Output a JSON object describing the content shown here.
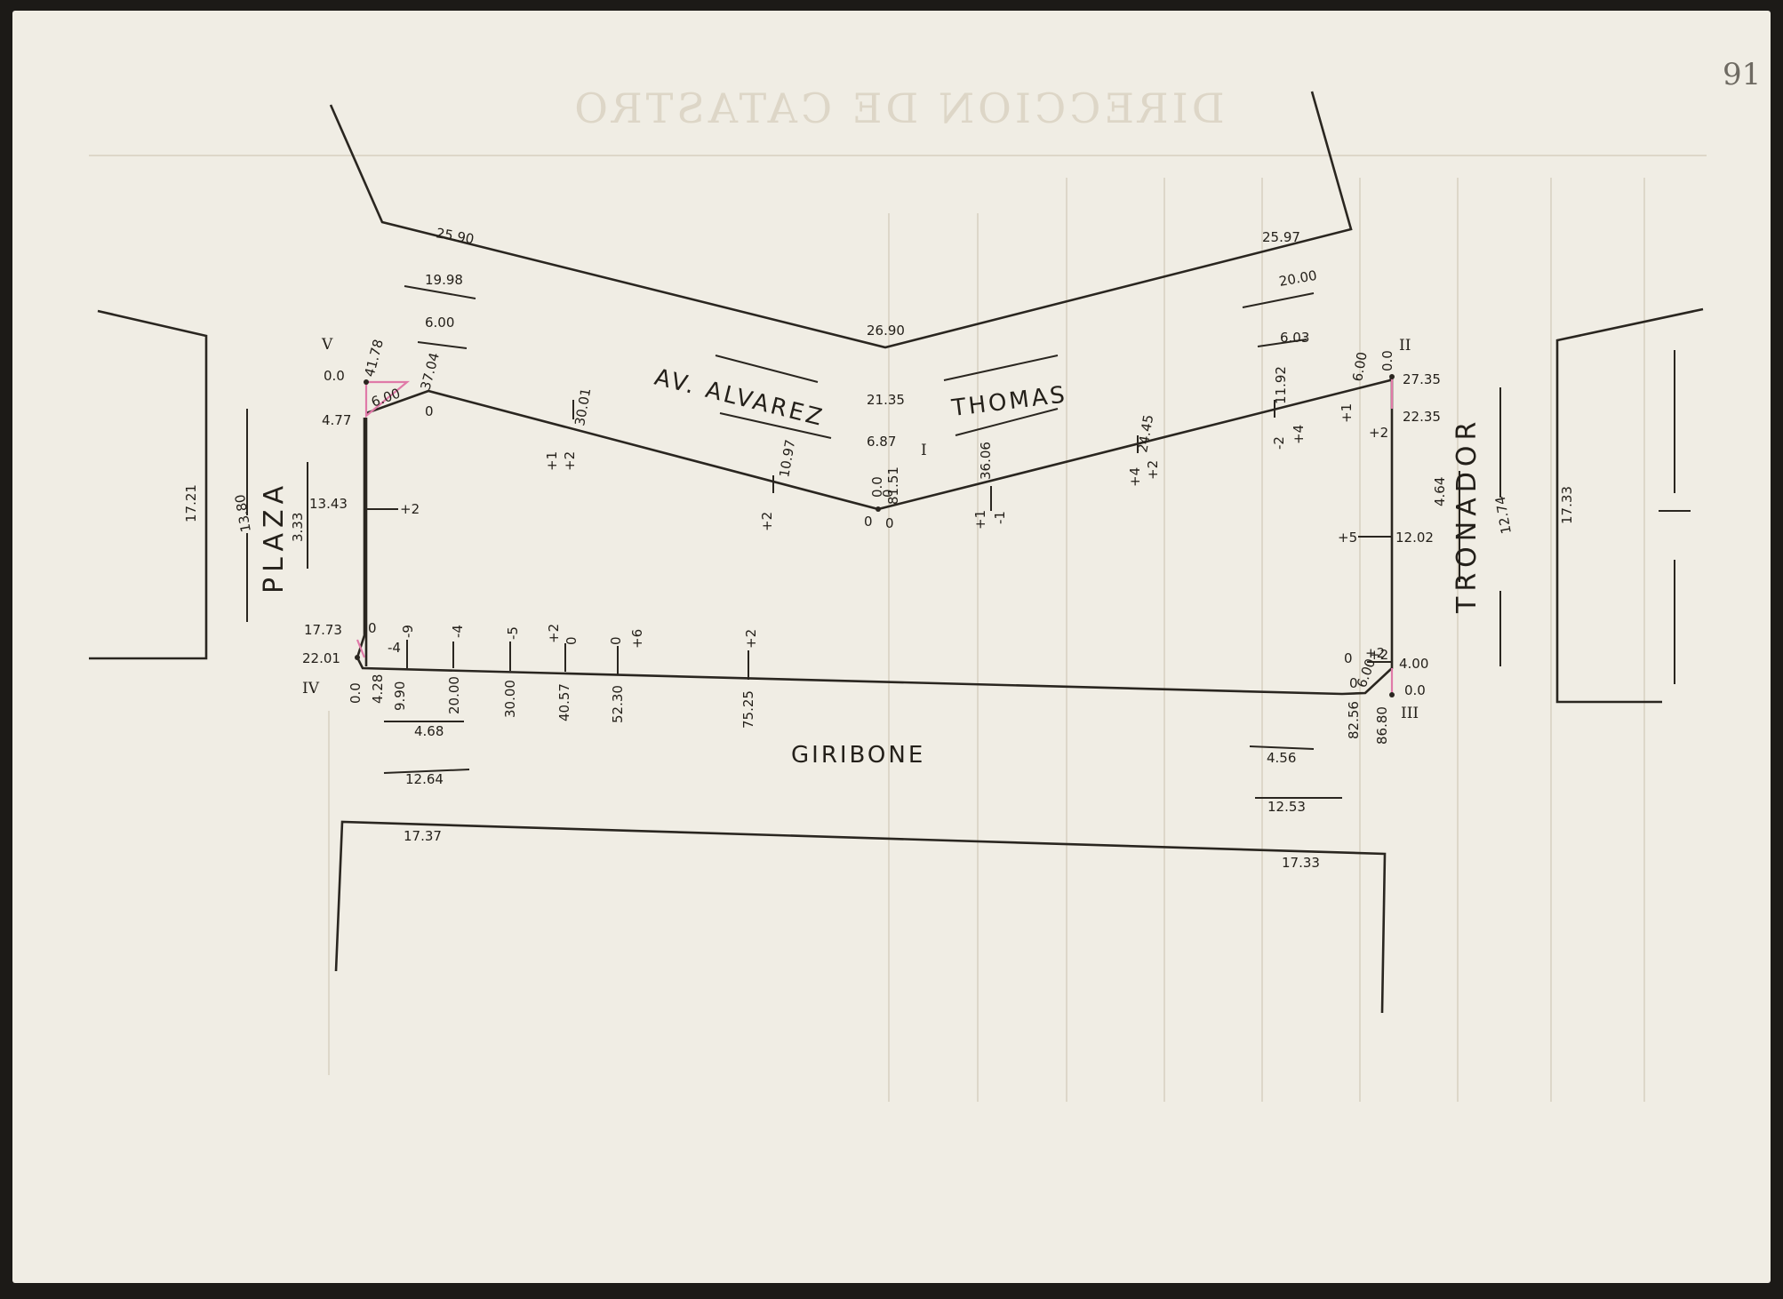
{
  "watermark": "DIRECCION DE CATASTRO",
  "sheet_number": "91",
  "streets": {
    "av_a": "AV. ALVAREZ",
    "av_b": "THOMAS",
    "giribone": "GIRIBONE",
    "plaza": "PLAZA",
    "tronador": "TRONADOR"
  },
  "roman": {
    "I": "I",
    "II": "II",
    "III": "III",
    "IV": "IV",
    "V": "V"
  },
  "dims": {
    "d2590": "25.90",
    "d1998": "19.98",
    "d600a": "6.00",
    "d3704": "37.04",
    "d3001": "30.01",
    "d2690": "26.90",
    "d2135": "21.35",
    "d687": "6.87",
    "d1097": "10.97",
    "d3606": "36.06",
    "d2597": "25.97",
    "d2000a": "20.00",
    "d603": "6.03",
    "d1192": "11.92",
    "d2445": "24.45",
    "d0v": "0.0",
    "d4178": "41.78",
    "d600b": "6.00",
    "d477": "4.77",
    "d333": "3.33",
    "d1343": "13.43",
    "d1721": "17.21",
    "d1380": "13.80",
    "d1773": "17.73",
    "d2201": "22.01",
    "d00iv": "0.0",
    "d428": "4.28",
    "d990": "9.90",
    "d2000b": "20.00",
    "d3000": "30.00",
    "d4057": "40.57",
    "d5230": "52.30",
    "d7525": "75.25",
    "d468": "4.68",
    "d1264": "12.64",
    "d1737": "17.37",
    "d456": "4.56",
    "d1253": "12.53",
    "d1733b": "17.33",
    "d8256": "82.56",
    "d600c": "6.00",
    "d8680": "86.80",
    "d400": "4.00",
    "d00iii": "0.0",
    "d1202": "12.02",
    "d464": "4.64",
    "d1274": "12.74",
    "d2235": "22.35",
    "d2735": "27.35",
    "d00ii": "0.0",
    "d600d": "6.00",
    "d1733": "17.33",
    "d00c1": "0.0",
    "d8151": "81.51"
  },
  "levels": {
    "l0a": "0",
    "l0b": "0",
    "l0c": "0",
    "l0d": "0",
    "lp1a": "+1",
    "lp2a": "+2",
    "lp2b": "+2",
    "lp2c": "+2",
    "lp1b": "+1",
    "lm1": "-1",
    "lp4a": "+4",
    "lp2d": "+2",
    "lm2": "-2",
    "lp4b": "+4",
    "lp1c": "+1",
    "lp2e": "+2",
    "lp5": "+5",
    "lp2f": "+2",
    "lp2g": "+2",
    "l0e": "0",
    "lm4": "-4",
    "lm9": "-9",
    "lm4b": "-4",
    "lm5": "-5",
    "lp2h": "+2",
    "l0f": "0",
    "l0g": "0",
    "lp6": "+6",
    "lp2i": "+2",
    "l0h": "0",
    "l0i": "0"
  }
}
